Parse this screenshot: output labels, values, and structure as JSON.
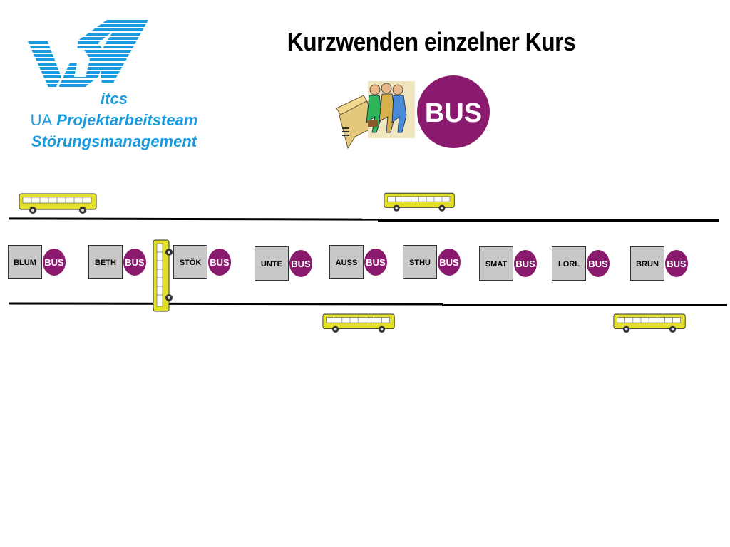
{
  "slide": {
    "title": "Kurzwenden einzelner Kurs",
    "org": {
      "line1": "itcs",
      "line2_plain": "UA",
      "line2_italic": "Projektarbeitsteam",
      "line3": "Störungsmanagement"
    },
    "logo": "VDV"
  },
  "clipart": {
    "bus_sign_text": "BUS"
  },
  "stations": [
    {
      "code": "BLUM",
      "sign": "BUS"
    },
    {
      "code": "BETH",
      "sign": "BUS"
    },
    {
      "code": "STÖK",
      "sign": "BUS"
    },
    {
      "code": "UNTE",
      "sign": "BUS"
    },
    {
      "code": "AUSS",
      "sign": "BUS"
    },
    {
      "code": "STHU",
      "sign": "BUS"
    },
    {
      "code": "SMAT",
      "sign": "BUS"
    },
    {
      "code": "LORL",
      "sign": "BUS"
    },
    {
      "code": "BRUN",
      "sign": "BUS"
    }
  ],
  "colors": {
    "logo_blue": "#1a9be0",
    "bus_sign_purple": "#8a1a6e",
    "bus_yellow": "#e3e02a",
    "stop_gray": "#c8c8c8"
  }
}
